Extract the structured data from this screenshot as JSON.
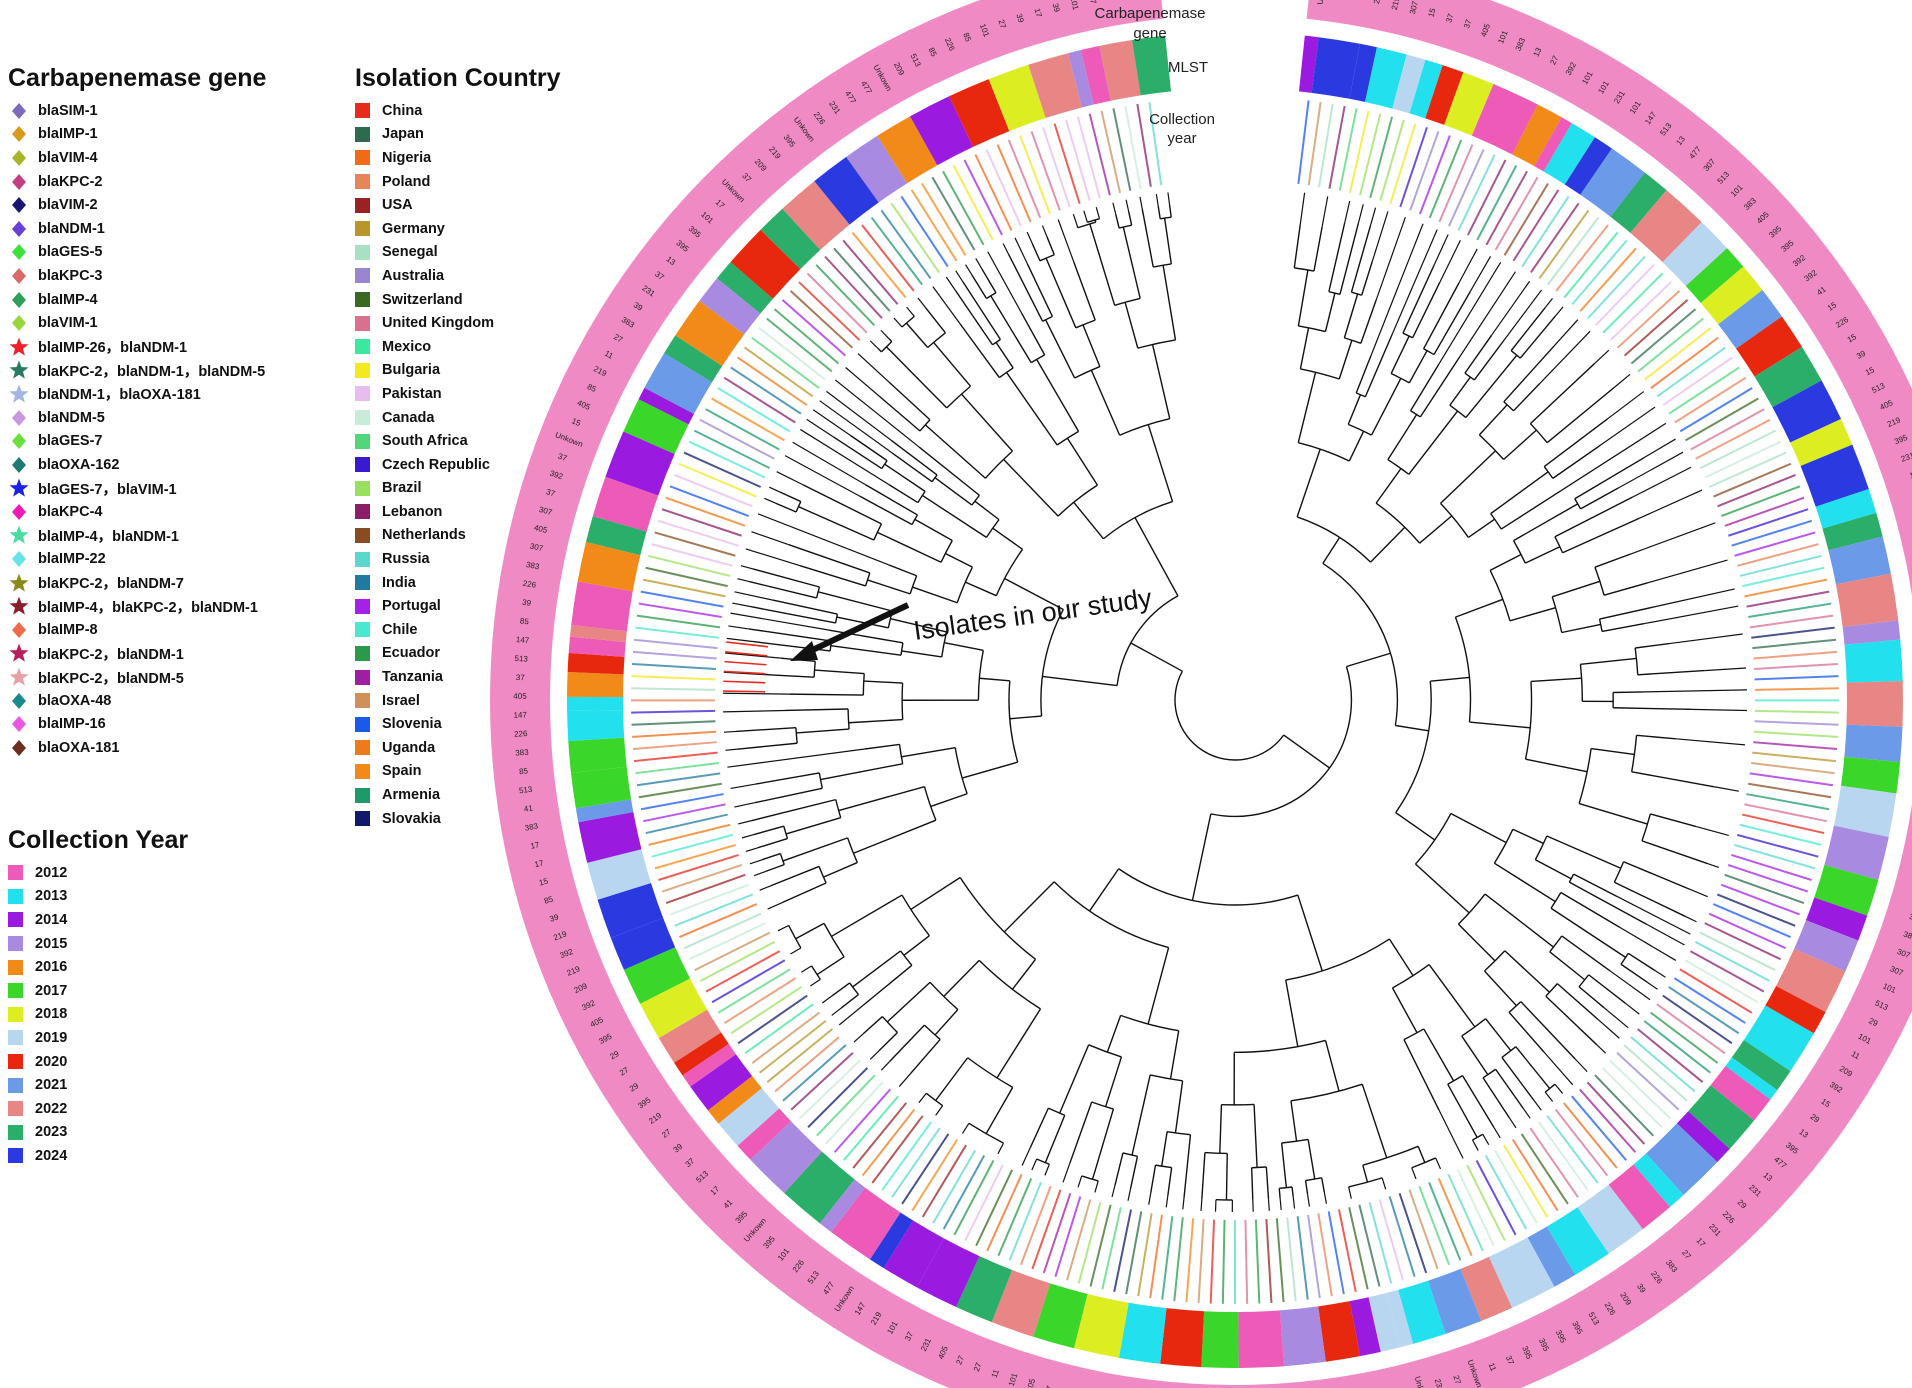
{
  "legends": {
    "gene": {
      "title": "Carbapenemase gene",
      "items": [
        {
          "label": "blaSIM-1",
          "color": "#7b6bb8",
          "shape": "diamond"
        },
        {
          "label": "blaIMP-1",
          "color": "#d69a1c",
          "shape": "diamond"
        },
        {
          "label": "blaVIM-4",
          "color": "#a8b628",
          "shape": "diamond"
        },
        {
          "label": "blaKPC-2",
          "color": "#c23f86",
          "shape": "diamond"
        },
        {
          "label": "blaVIM-2",
          "color": "#1c1670",
          "shape": "diamond"
        },
        {
          "label": "blaNDM-1",
          "color": "#6a3fd6",
          "shape": "diamond"
        },
        {
          "label": "blaGES-5",
          "color": "#3fe03a",
          "shape": "diamond"
        },
        {
          "label": "blaKPC-3",
          "color": "#d86a6a",
          "shape": "diamond"
        },
        {
          "label": "blaIMP-4",
          "color": "#2e9e5a",
          "shape": "diamond"
        },
        {
          "label": "blaVIM-1",
          "color": "#9ad63a",
          "shape": "diamond"
        },
        {
          "label": "blaIMP-26，blaNDM-1",
          "color": "#f0202a",
          "shape": "star"
        },
        {
          "label": "blaKPC-2，blaNDM-1，blaNDM-5",
          "color": "#2a7a66",
          "shape": "star"
        },
        {
          "label": "blaNDM-1，blaOXA-181",
          "color": "#a4b4e6",
          "shape": "star"
        },
        {
          "label": "blaNDM-5",
          "color": "#c898dc",
          "shape": "diamond"
        },
        {
          "label": "blaGES-7",
          "color": "#6ae03e",
          "shape": "diamond"
        },
        {
          "label": "blaOXA-162",
          "color": "#1e7a74",
          "shape": "diamond"
        },
        {
          "label": "blaGES-7，blaVIM-1",
          "color": "#1a22e6",
          "shape": "star"
        },
        {
          "label": "blaKPC-4",
          "color": "#ee1ab4",
          "shape": "diamond"
        },
        {
          "label": "blaIMP-4，blaNDM-1",
          "color": "#48dca0",
          "shape": "star"
        },
        {
          "label": "blaIMP-22",
          "color": "#6ae2ea",
          "shape": "diamond"
        },
        {
          "label": "blaKPC-2，blaNDM-7",
          "color": "#8a8a1c",
          "shape": "star"
        },
        {
          "label": "blaIMP-4，blaKPC-2，blaNDM-1",
          "color": "#8a1e2a",
          "shape": "star"
        },
        {
          "label": "blaIMP-8",
          "color": "#ee6a4a",
          "shape": "diamond"
        },
        {
          "label": "blaKPC-2，blaNDM-1",
          "color": "#b81e5a",
          "shape": "star"
        },
        {
          "label": "blaKPC-2，blaNDM-5",
          "color": "#e8a0a8",
          "shape": "star"
        },
        {
          "label": "blaOXA-48",
          "color": "#1a8a8a",
          "shape": "diamond"
        },
        {
          "label": "blaIMP-16",
          "color": "#e858e0",
          "shape": "diamond"
        },
        {
          "label": "blaOXA-181",
          "color": "#6a2e22",
          "shape": "diamond"
        }
      ]
    },
    "country": {
      "title": "Isolation Country",
      "items": [
        {
          "label": "China",
          "color": "#e62a1e"
        },
        {
          "label": "Japan",
          "color": "#2e6a4e"
        },
        {
          "label": "Nigeria",
          "color": "#f06a1a"
        },
        {
          "label": "Poland",
          "color": "#e8845a"
        },
        {
          "label": "USA",
          "color": "#9a2222"
        },
        {
          "label": "Germany",
          "color": "#b8962a"
        },
        {
          "label": "Senegal",
          "color": "#a8e0c4"
        },
        {
          "label": "Australia",
          "color": "#9a86d0"
        },
        {
          "label": "Switzerland",
          "color": "#3a6a22"
        },
        {
          "label": "United Kingdom",
          "color": "#d87090"
        },
        {
          "label": "Mexico",
          "color": "#3ae8a0"
        },
        {
          "label": "Bulgaria",
          "color": "#f4e81e"
        },
        {
          "label": "Pakistan",
          "color": "#e8bcec"
        },
        {
          "label": "Canada",
          "color": "#c8ecd8"
        },
        {
          "label": "South Africa",
          "color": "#52d67a"
        },
        {
          "label": "Czech Republic",
          "color": "#3a1ad0"
        },
        {
          "label": "Brazil",
          "color": "#9ae060"
        },
        {
          "label": "Lebanon",
          "color": "#8a1e6a"
        },
        {
          "label": "Netherlands",
          "color": "#8a4a22"
        },
        {
          "label": "Russia",
          "color": "#5ad8d0"
        },
        {
          "label": "India",
          "color": "#1e7aa0"
        },
        {
          "label": "Portugal",
          "color": "#a422e6"
        },
        {
          "label": "Chile",
          "color": "#4ae8d0"
        },
        {
          "label": "Ecuador",
          "color": "#2a9a4a"
        },
        {
          "label": "Tanzania",
          "color": "#a01ea0"
        },
        {
          "label": "Israel",
          "color": "#d0905a"
        },
        {
          "label": "Slovenia",
          "color": "#1a5ae8"
        },
        {
          "label": "Uganda",
          "color": "#ee7a1a"
        },
        {
          "label": "Spain",
          "color": "#f28a1a"
        },
        {
          "label": "Armenia",
          "color": "#1e9a6a"
        },
        {
          "label": "Slovakia",
          "color": "#101a6a"
        }
      ]
    },
    "year": {
      "title": "Collection Year",
      "items": [
        {
          "label": "2012",
          "color": "#ee5ab8"
        },
        {
          "label": "2013",
          "color": "#22e0ee"
        },
        {
          "label": "2014",
          "color": "#9a1ae0"
        },
        {
          "label": "2015",
          "color": "#a88ae0"
        },
        {
          "label": "2016",
          "color": "#f28a1a"
        },
        {
          "label": "2017",
          "color": "#3ad62a"
        },
        {
          "label": "2018",
          "color": "#dcee22"
        },
        {
          "label": "2019",
          "color": "#b8d6f0"
        },
        {
          "label": "2020",
          "color": "#e8280e"
        },
        {
          "label": "2021",
          "color": "#6a9ae8"
        },
        {
          "label": "2022",
          "color": "#e88686"
        },
        {
          "label": "2023",
          "color": "#2aae6a"
        },
        {
          "label": "2024",
          "color": "#2a3ae0"
        }
      ]
    }
  },
  "rings": {
    "gene_label_line1": "Carbapenemase",
    "gene_label_line2": "gene",
    "mlst_label": "MLST",
    "year_label_line1": "Collection",
    "year_label_line2": "year"
  },
  "callout": "Isolates in our study",
  "colors": {
    "mlst_ring": "#f08ac4",
    "tree_line": "#111111",
    "highlight_clade": "#e62a1e"
  },
  "mlst_labels_visible": [
    "Unkown",
    "231",
    "477",
    "226",
    "85",
    "27",
    "11",
    "15",
    "392",
    "29",
    "39",
    "147",
    "307",
    "405",
    "209",
    "383",
    "101",
    "219",
    "37",
    "13",
    "41",
    "395",
    "513",
    "17"
  ]
}
